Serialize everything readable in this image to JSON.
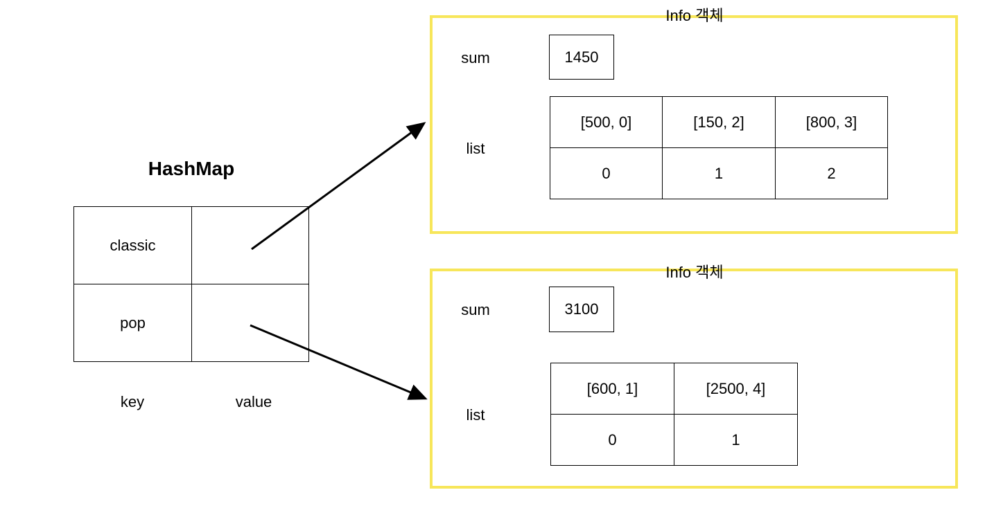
{
  "hashmap": {
    "title": "HashMap",
    "rows": [
      {
        "key": "classic",
        "value": ""
      },
      {
        "key": "pop",
        "value": ""
      }
    ],
    "key_label": "key",
    "value_label": "value"
  },
  "info_boxes": [
    {
      "title": "Info 객체",
      "sum_label": "sum",
      "sum_value": "1450",
      "list_label": "list",
      "list_items": [
        "[500, 0]",
        "[150, 2]",
        "[800, 3]"
      ],
      "list_indices": [
        "0",
        "1",
        "2"
      ]
    },
    {
      "title": "Info 객체",
      "sum_label": "sum",
      "sum_value": "3100",
      "list_label": "list",
      "list_items": [
        "[600, 1]",
        "[2500, 4]"
      ],
      "list_indices": [
        "0",
        "1"
      ]
    }
  ],
  "colors": {
    "info_border": "#f7e65a",
    "line": "#000000"
  }
}
